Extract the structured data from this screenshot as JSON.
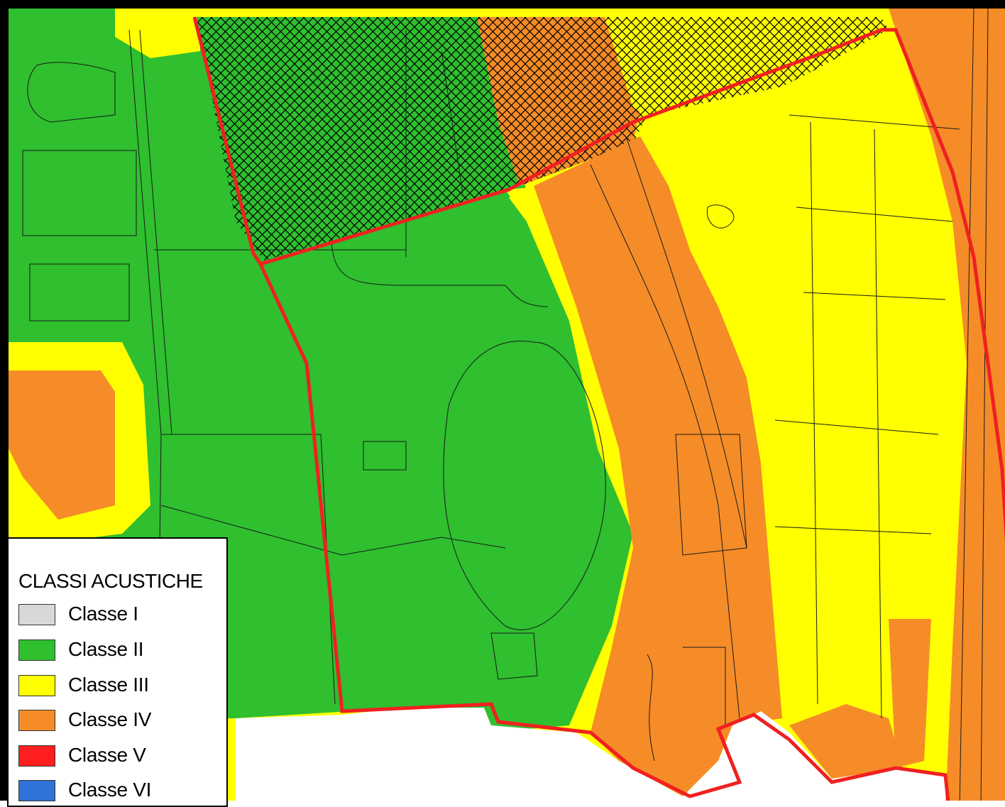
{
  "legend": {
    "title": "CLASSI ACUSTICHE",
    "items": [
      {
        "label": "Classe I",
        "color": "#d8d8d8"
      },
      {
        "label": "Classe II",
        "color": "#2fbf2f"
      },
      {
        "label": "Classe III",
        "color": "#ffff00"
      },
      {
        "label": "Classe IV",
        "color": "#f58c28"
      },
      {
        "label": "Classe V",
        "color": "#ff1f1f"
      },
      {
        "label": "Classe VI",
        "color": "#2f72d8"
      }
    ]
  },
  "colors": {
    "boundary": "#f02020",
    "lines": "#1a1a1a",
    "hatch": "#000000"
  }
}
